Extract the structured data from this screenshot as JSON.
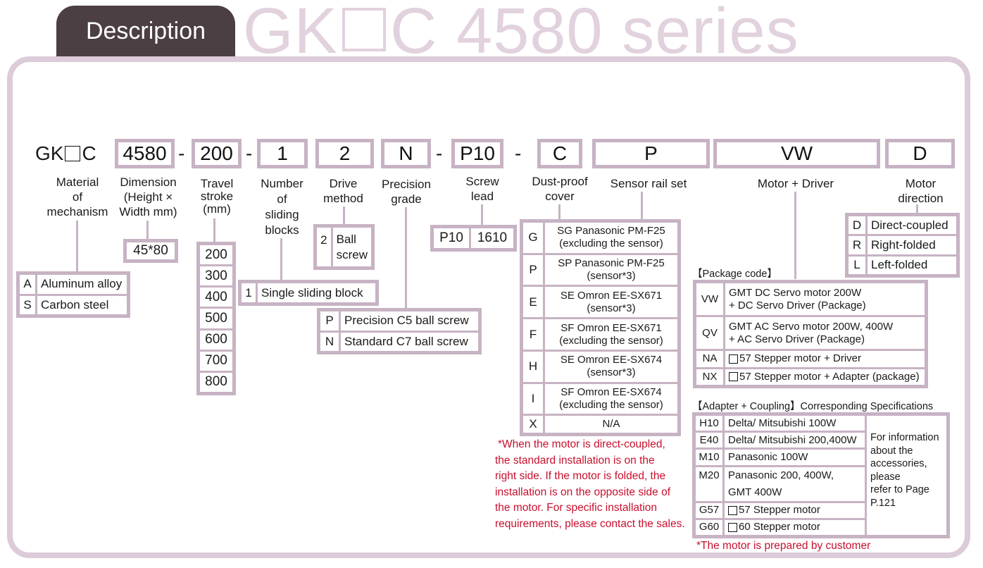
{
  "header": {
    "tab_label": "Description",
    "series_title_prefix": "GK",
    "series_title_suffix": "C 4580 series"
  },
  "model_code": {
    "prefix_a": "GK",
    "prefix_b": "C",
    "segments": [
      "4580",
      "200",
      "1",
      "2",
      "N",
      "P10",
      "C",
      "P",
      "VW",
      "D"
    ],
    "dash": "-"
  },
  "labels": {
    "material": [
      "Material",
      "of",
      "mechanism"
    ],
    "dimension": [
      "Dimension",
      "(Height ×",
      "Width mm)"
    ],
    "travel": [
      "Travel",
      "stroke",
      "(mm)"
    ],
    "blocks": [
      "Number",
      "of",
      "sliding",
      "blocks"
    ],
    "drive": [
      "Drive",
      "method"
    ],
    "precision": [
      "Precision",
      "grade"
    ],
    "lead": [
      "Screw",
      "lead"
    ],
    "dust": [
      "Dust-proof",
      "cover"
    ],
    "sensor": "Sensor rail set",
    "motor_driver": "Motor + Driver",
    "direction": [
      "Motor",
      "direction"
    ]
  },
  "material_table": [
    {
      "code": "A",
      "desc": "Aluminum alloy"
    },
    {
      "code": "S",
      "desc": "Carbon steel"
    }
  ],
  "dimension_value": "45*80",
  "travel_values": [
    "200",
    "300",
    "400",
    "500",
    "600",
    "700",
    "800"
  ],
  "blocks_table": {
    "code": "1",
    "desc": "Single sliding block"
  },
  "drive_table": {
    "code": "2",
    "desc_1": "Ball",
    "desc_2": "screw"
  },
  "precision_table": [
    {
      "code": "P",
      "desc": "Precision C5 ball screw"
    },
    {
      "code": "N",
      "desc": "Standard C7 ball screw"
    }
  ],
  "lead_table": {
    "code": "P10",
    "value": "1610"
  },
  "sensor_table": [
    {
      "code": "G",
      "line1": "SG  Panasonic  PM-F25",
      "line2": "(excluding the sensor)"
    },
    {
      "code": "P",
      "line1": "SP  Panasonic  PM-F25",
      "line2": "(sensor*3)"
    },
    {
      "code": "E",
      "line1": "SE  Omron  EE-SX671",
      "line2": "(sensor*3)"
    },
    {
      "code": "F",
      "line1": "SF  Omron  EE-SX671",
      "line2": "(excluding the sensor)"
    },
    {
      "code": "H",
      "line1": "SE  Omron  EE-SX674",
      "line2": "(sensor*3)"
    },
    {
      "code": "I",
      "line1": "SF  Omron  EE-SX674",
      "line2": "(excluding the sensor)"
    },
    {
      "code": "X",
      "line1": "N/A",
      "line2": ""
    }
  ],
  "direction_table": [
    {
      "code": "D",
      "desc": "Direct-coupled"
    },
    {
      "code": "R",
      "desc": "Right-folded"
    },
    {
      "code": "L",
      "desc": "Left-folded"
    }
  ],
  "package": {
    "heading": "【Package code】",
    "rows": [
      {
        "code": "VW",
        "line1": "GMT DC Servo motor 200W",
        "line2": "+ DC Servo Driver (Package)"
      },
      {
        "code": "QV",
        "line1": "GMT AC Servo motor 200W, 400W",
        "line2": "+ AC Servo Driver (Package)"
      },
      {
        "code": "NA",
        "line1": "57 Stepper motor + Driver",
        "line2": ""
      },
      {
        "code": "NX",
        "line1": "57 Stepper motor + Adapter (package)",
        "line2": ""
      }
    ]
  },
  "adapter": {
    "heading": "【Adapter + Coupling】Corresponding Specifications",
    "rows": [
      {
        "code": "H10",
        "desc": "Delta/ Mitsubishi 100W"
      },
      {
        "code": "E40",
        "desc": "Delta/ Mitsubishi 200,400W"
      },
      {
        "code": "M10",
        "desc": "Panasonic 100W"
      },
      {
        "code": "M20",
        "desc_1": "Panasonic 200, 400W,",
        "desc_2": "GMT 400W"
      },
      {
        "code": "G57",
        "desc": "57 Stepper motor"
      },
      {
        "code": "G60",
        "desc": "60 Stepper motor"
      }
    ],
    "info": [
      "For information",
      "about the",
      "accessories,",
      "please",
      "refer to Page",
      "P.121"
    ],
    "footnote": "*The motor is prepared by customer"
  },
  "install_note": [
    "*When the motor is direct-coupled,",
    "the standard installation is on the",
    "right side. If the motor is folded, the",
    "installation is on the opposite side of",
    "the motor. For specific installation",
    "requirements, please contact the sales."
  ],
  "colors": {
    "border": "#c7b3c4",
    "frame": "#dccbd8",
    "tab": "#4b3f44",
    "note": "#c8102e"
  }
}
